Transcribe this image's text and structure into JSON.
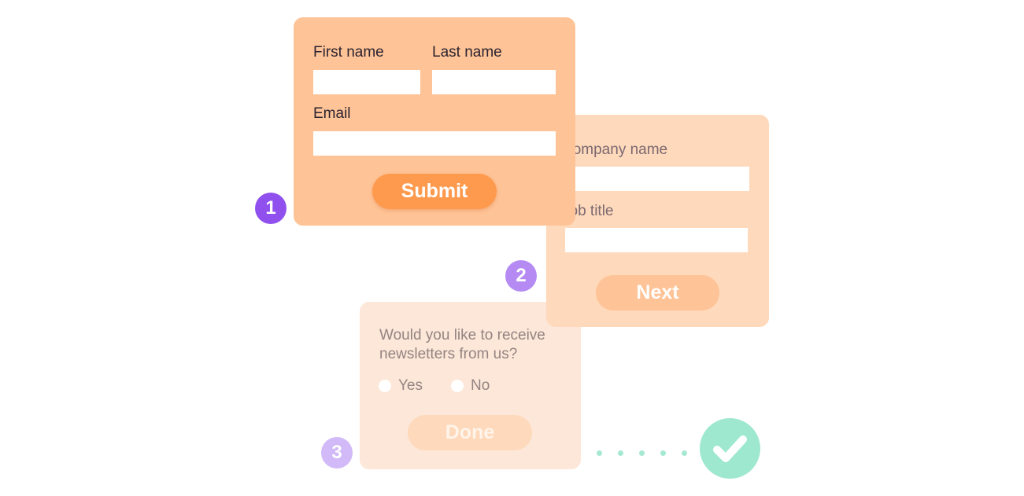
{
  "step1": {
    "badge": "1",
    "first_name_label": "First name",
    "first_name_value": "",
    "last_name_label": "Last name",
    "last_name_value": "",
    "email_label": "Email",
    "email_value": "",
    "submit_label": "Submit"
  },
  "step2": {
    "badge": "2",
    "company_label": "Company name",
    "company_value": "",
    "job_title_label": "Job title",
    "job_title_value": "",
    "next_label": "Next"
  },
  "step3": {
    "badge": "3",
    "question": "Would you like to receive newsletters from us?",
    "options": [
      "Yes",
      "No"
    ],
    "done_label": "Done"
  },
  "completion": {
    "icon": "checkmark-icon",
    "connector_dots": 5
  },
  "colors": {
    "card1": "#fec396",
    "card2": "#fed9bb",
    "card3": "#fde7d8",
    "submit": "#fe9a4e",
    "badge1": "#9050ee",
    "badge2": "#b58bf3",
    "badge3": "#d2b9f7",
    "success": "#9fe8d0"
  }
}
